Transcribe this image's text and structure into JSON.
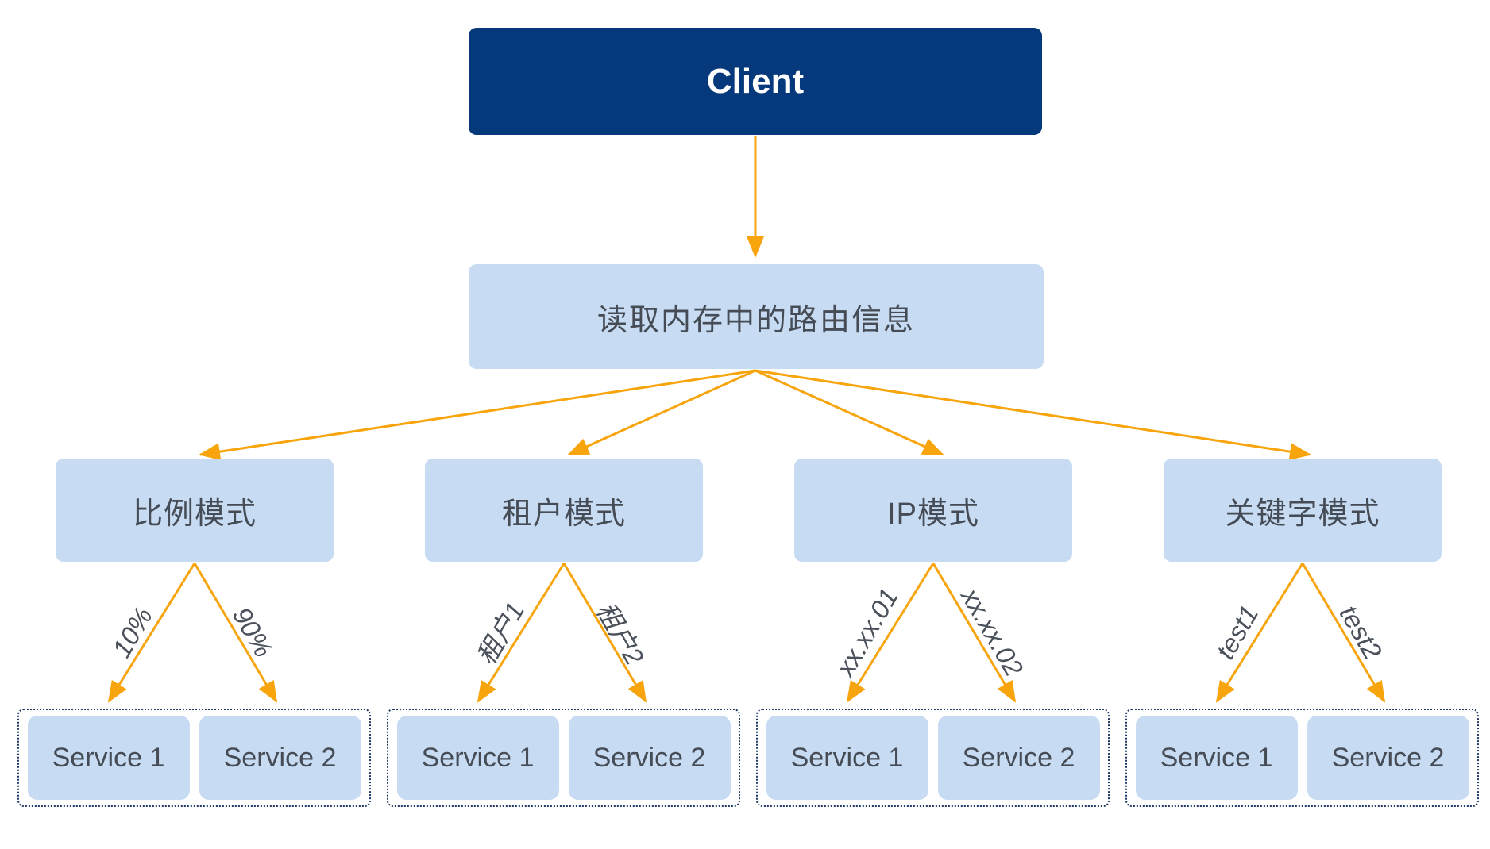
{
  "client": {
    "label": "Client"
  },
  "router": {
    "label": "读取内存中的路由信息"
  },
  "modes": [
    {
      "label": "比例模式",
      "left_edge": "10%",
      "right_edge": "90%",
      "services": [
        "Service 1",
        "Service 2"
      ]
    },
    {
      "label": "租户模式",
      "left_edge": "租户1",
      "right_edge": "租户2",
      "services": [
        "Service 1",
        "Service 2"
      ]
    },
    {
      "label": "IP模式",
      "left_edge": "xx.xx.01",
      "right_edge": "xx.xx.02",
      "services": [
        "Service 1",
        "Service 2"
      ]
    },
    {
      "label": "关键字模式",
      "left_edge": "test1",
      "right_edge": "test2",
      "services": [
        "Service 1",
        "Service 2"
      ]
    }
  ],
  "colors": {
    "navy": "#05397b",
    "lightblue": "#c7dbf3",
    "orange": "#f7a40d",
    "textgray": "#454c55",
    "dotted": "#1f3864"
  }
}
